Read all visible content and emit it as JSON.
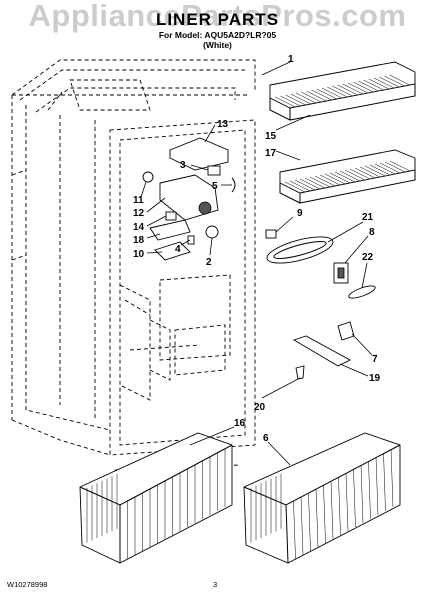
{
  "header": {
    "title": "LINER PARTS",
    "model_line": "For Model: AQU5A2D?LR?05",
    "color_line": "(White)"
  },
  "watermark": "AppliancePartsPros.com",
  "footer": {
    "part_code": "W10278998",
    "page_number": "3"
  },
  "callouts": {
    "c1": "1",
    "c15": "15",
    "c17": "17",
    "c13": "13",
    "c3": "3",
    "c5": "5",
    "c11": "11",
    "c12": "12",
    "c14": "14",
    "c18": "18",
    "c10": "10",
    "c4": "4",
    "c2": "2",
    "c9": "9",
    "c21": "21",
    "c8": "8",
    "c22": "22",
    "c7": "7",
    "c19": "19",
    "c20": "20",
    "c16": "16",
    "c6": "6"
  }
}
